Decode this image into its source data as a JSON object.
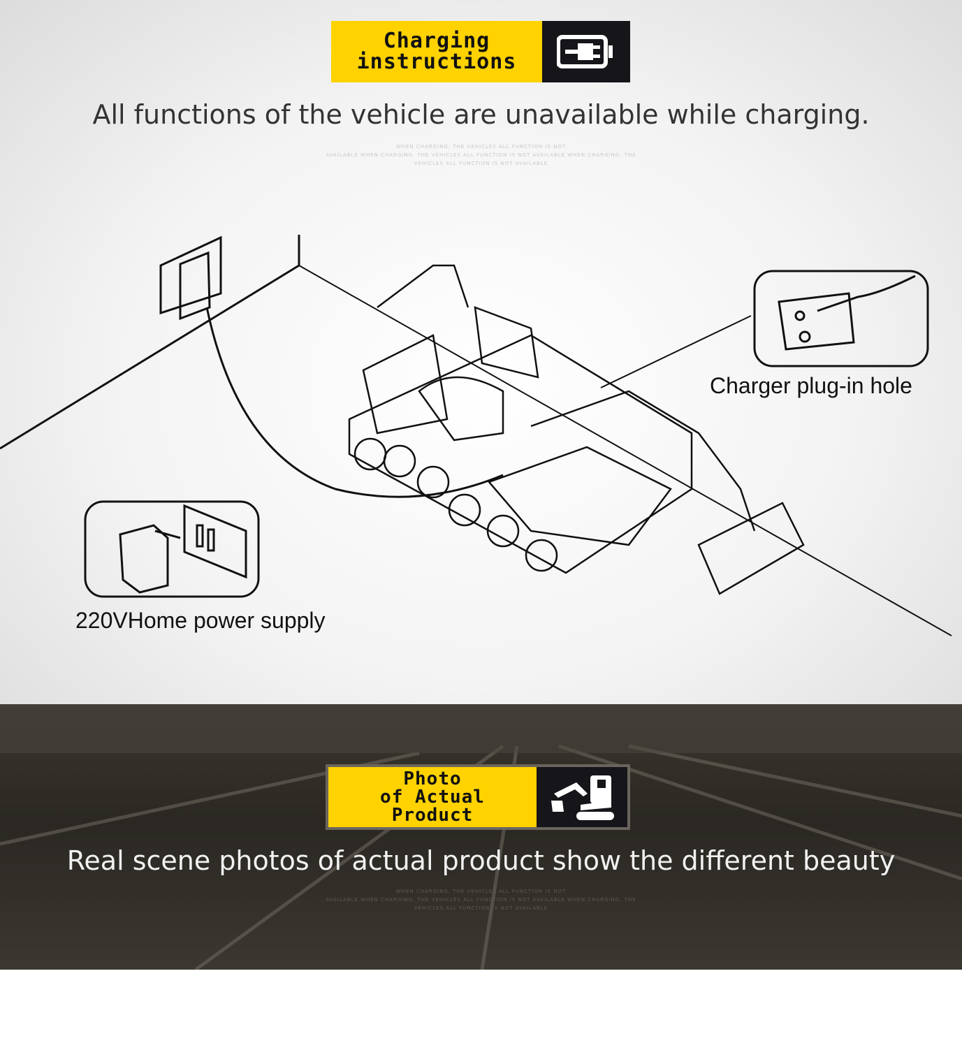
{
  "charging_badge": {
    "title": "Charging instructions",
    "icon": "battery-plug-icon"
  },
  "charging_heading": "All functions of the vehicle are unavailable while charging.",
  "charging_fine_print": [
    "WHEN CHARGING, THE VEHICLES ALL FUNCTION IS NOT",
    "AVAILABLE WHEN CHARGING. THE VEHICLES ALL FUNCTION IS NOT AVAILABLE WHEN CHARGING. THE",
    "VEHICLES ALL FUNCTION IS NOT AVAILABLE"
  ],
  "labels": {
    "charger_hole": "Charger plug-in hole",
    "power_supply": "220VHome power supply"
  },
  "photo_badge": {
    "line1": "Photo",
    "line2": "of Actual",
    "line3": "Product",
    "icon": "excavator-icon"
  },
  "photo_heading": "Real scene photos of actual product show the different beauty",
  "photo_fine_print": [
    "WHEN CHARGING, THE VEHICLES ALL FUNCTION IS NOT",
    "AVAILABLE WHEN CHARGING. THE VEHICLES ALL FUNCTION IS NOT AVAILABLE WHEN CHARGING. THE",
    "VEHICLES ALL FUNCTION IS NOT AVAILABLE"
  ],
  "colors": {
    "badge_yellow": "#ffd200",
    "badge_dark": "#15151a"
  }
}
